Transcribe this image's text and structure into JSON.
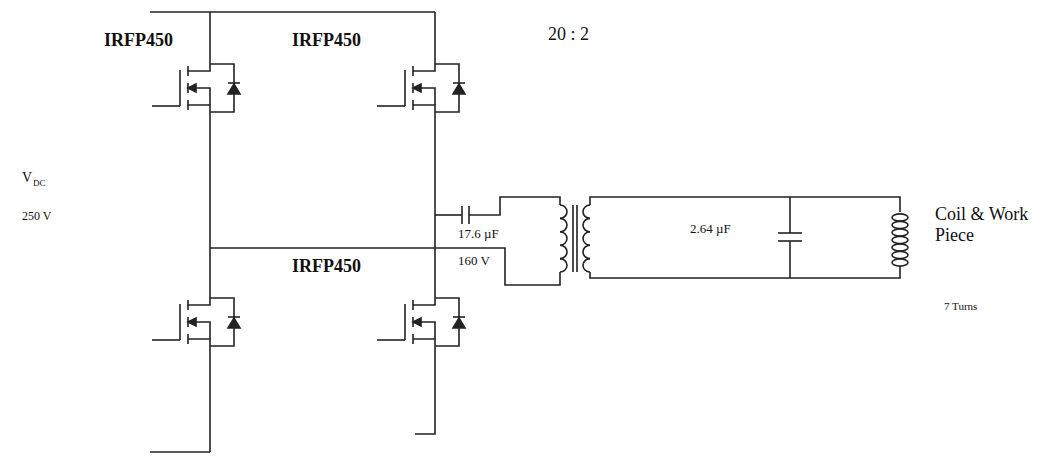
{
  "diagram": {
    "labels": [
      "IRFP450",
      "IRFP450",
      "20 : 2",
      "V",
      "DC",
      "250 V",
      "17.6 µF",
      "160 V",
      "2.64 µF",
      "Coil & Work Piece",
      "7 Turns",
      "IRFP450"
    ]
  }
}
